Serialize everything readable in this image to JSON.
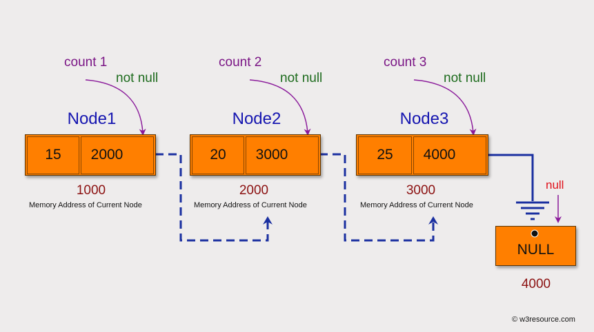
{
  "nodes": [
    {
      "title": "Node1",
      "data": "15",
      "next": "2000",
      "address": "1000",
      "count": "count 1",
      "status": "not null",
      "mem_label": "Memory Address of Current Node"
    },
    {
      "title": "Node2",
      "data": "20",
      "next": "3000",
      "address": "2000",
      "count": "count 2",
      "status": "not null",
      "mem_label": "Memory Address of Current Node"
    },
    {
      "title": "Node3",
      "data": "25",
      "next": "4000",
      "address": "3000",
      "count": "count 3",
      "status": "not null",
      "mem_label": "Memory Address of Current Node"
    }
  ],
  "null_node": {
    "label": "NULL",
    "address": "4000",
    "status": "null"
  },
  "credit": "© w3resource.com",
  "colors": {
    "node_fill": "#ff7f00",
    "link_line": "#1a2fa0",
    "count_text": "#7a1585",
    "status_text": "#1d6b1d",
    "address_text": "#8b1010",
    "null_text": "#e0101a"
  }
}
